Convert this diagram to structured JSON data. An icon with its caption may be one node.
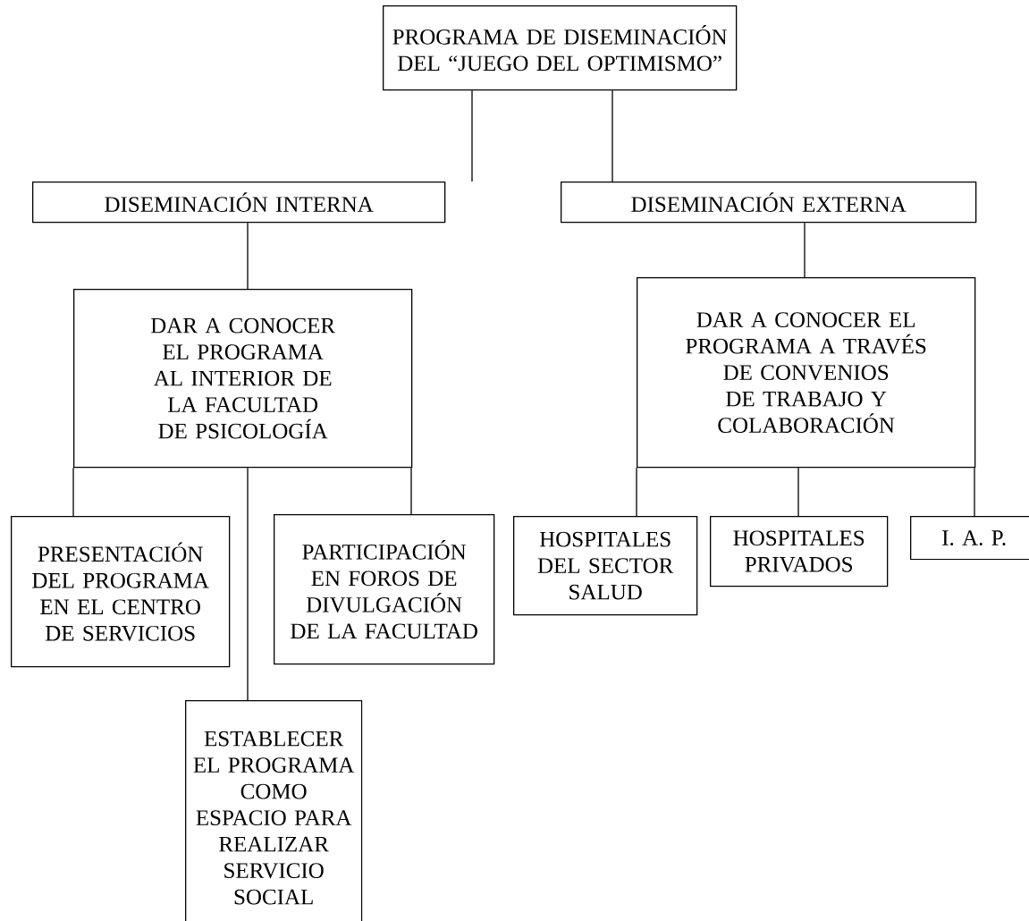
{
  "diagram": {
    "nodes": [
      {
        "text": [
          "PROGRAMA DE DISEMINACIÓN DEL “JUEGO DEL OPTIMISMO”"
        ]
      },
      {
        "text": [
          "DISEMINACIÓN INTERNA"
        ]
      },
      {
        "text": [
          "DISEMINACIÓN EXTERNA"
        ]
      },
      {
        "text": [
          "DAR A CONOCER EL PROGRAMA AL INTERIOR DE LA FACULTAD DE PSICOLOGÍA"
        ]
      },
      {
        "text": [
          "DAR A CONOCER EL PROGRAMA A TRAVÉS DE CONVENIOS DE TRABAJO Y COLABORACIÓN"
        ]
      },
      {
        "text": [
          "PRESENTACIÓN DEL PROGRAMA EN EL CENTRO DE SERVICIOS"
        ]
      },
      {
        "text": [
          "PARTICIPACIÓN EN FOROS DE DIVULGACIÓN DE LA FACULTAD"
        ]
      },
      {
        "text": [
          "ESTABLECER EL PROGRAMA COMO ESPACIO PARA REALIZAR SERVICIO SOCIAL"
        ]
      },
      {
        "text": [
          "HOSPITALES DEL SECTOR SALUD"
        ]
      },
      {
        "text": [
          "HOSPITALES PRIVADOS"
        ]
      },
      {
        "text": [
          "I. A. P."
        ]
      }
    ],
    "edges": [
      {
        "from": 0,
        "to": 1,
        "arrow": "none"
      },
      {
        "from": 0,
        "to": 2,
        "arrow": "none"
      },
      {
        "from": 1,
        "to": 3,
        "arrow": "none"
      },
      {
        "from": 2,
        "to": 4,
        "arrow": "none"
      },
      {
        "from": 3,
        "to": 5,
        "arrow": "none"
      },
      {
        "from": 3,
        "to": 6,
        "arrow": "none"
      },
      {
        "from": 3,
        "to": 7,
        "arrow": "none"
      },
      {
        "from": 4,
        "to": 8,
        "arrow": "none"
      },
      {
        "from": 4,
        "to": 9,
        "arrow": "none"
      },
      {
        "from": 4,
        "to": 10,
        "arrow": "none"
      }
    ]
  }
}
